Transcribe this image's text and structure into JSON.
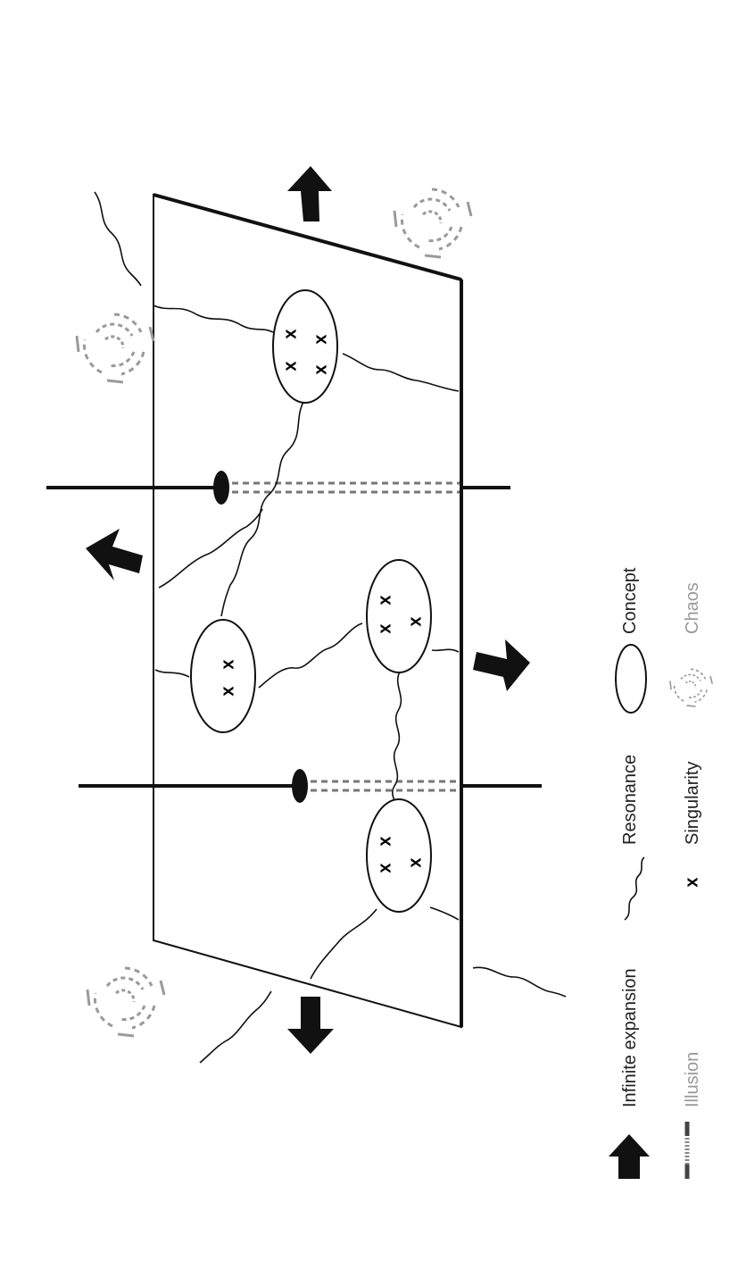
{
  "legend": {
    "infinite_expansion": "Infinite expansion",
    "resonance": "Resonance",
    "concept": "Concept",
    "illusion": "Illusion",
    "singularity": "Singularity",
    "chaos": "Chaos"
  },
  "colors": {
    "ink": "#111111",
    "light_ink": "#555555",
    "chaos": "#9a9a9a",
    "background": "#ffffff"
  },
  "concepts": [
    {
      "id": "concept-1",
      "singularity_count": 4
    },
    {
      "id": "concept-2",
      "singularity_count": 2
    },
    {
      "id": "concept-3",
      "singularity_count": 3
    },
    {
      "id": "concept-4",
      "singularity_count": 3
    }
  ],
  "arrows": [
    "top",
    "upper-left",
    "right",
    "bottom"
  ],
  "chaos_symbols": 3
}
